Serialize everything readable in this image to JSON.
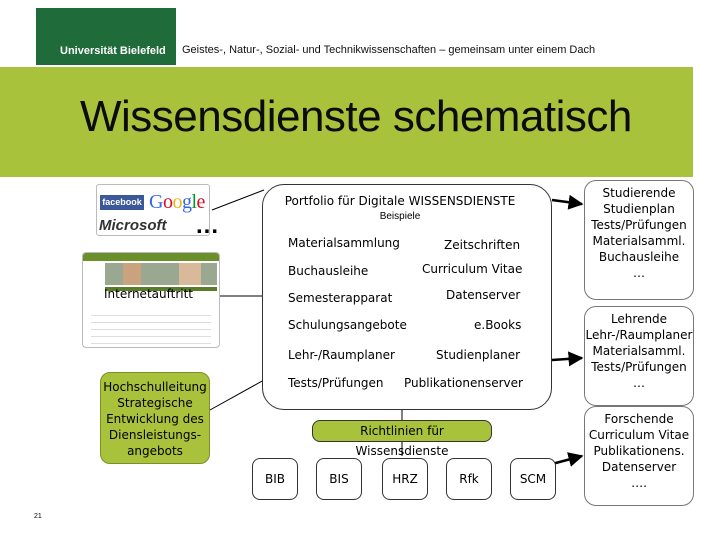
{
  "header": {
    "university": "Universität Bielefeld",
    "tagline": "Geistes-, Natur-, Sozial- und Technikwissenschaften – gemeinsam unter einem Dach",
    "title": "Wissensdienste schematisch"
  },
  "left": {
    "brands": [
      "facebook",
      "Google",
      "Microsoft"
    ],
    "ellipsis": "...",
    "web_caption": "Internetauftritt",
    "uni_lines": [
      "Hochschulleitung",
      "Strategische",
      "Entwicklung des",
      "Diensleistungs-",
      "angebots"
    ]
  },
  "portfolio": {
    "title": "Portfolio für Digitale WISSENSDIENSTE",
    "subtitle": "Beispiele",
    "items": {
      "materialsammlung": "Materialsammlung",
      "zeitschriften": "Zeitschriften",
      "buchausleihe": "Buchausleihe",
      "curriculum_vitae": "Curriculum Vitae",
      "semesterapparat": "Semesterapparat",
      "datenserver": "Datenserver",
      "schulungsangebote": "Schulungsangebote",
      "ebooks": "e.Books",
      "raumplaner": "Lehr-/Raumplaner",
      "studienplaner": "Studienplaner",
      "tests_pruefungen": "Tests/Prüfungen",
      "publikationenserver": "Publikationenserver"
    },
    "richtlinien": "Richtlinien für Wissensdienste",
    "institutions": [
      "BIB",
      "BIS",
      "HRZ",
      "Rfk",
      "SCM"
    ]
  },
  "right": {
    "studierende": [
      "Studierende",
      "Studienplan",
      "Tests/Prüfungen",
      "Materialsamml.",
      "Buchausleihe",
      "…"
    ],
    "lehrende": [
      "Lehrende",
      "Lehr-/Raumplaner",
      "Materialsamml.",
      "Tests/Prüfungen",
      "…"
    ],
    "forschende": [
      "Forschende",
      "Curriculum Vitae",
      "Publikationens.",
      "Datenserver",
      "…."
    ]
  },
  "footer": {
    "page_number": "21"
  },
  "colors": {
    "accent_green": "#a9c23c",
    "uni_green": "#1f6b3a"
  }
}
